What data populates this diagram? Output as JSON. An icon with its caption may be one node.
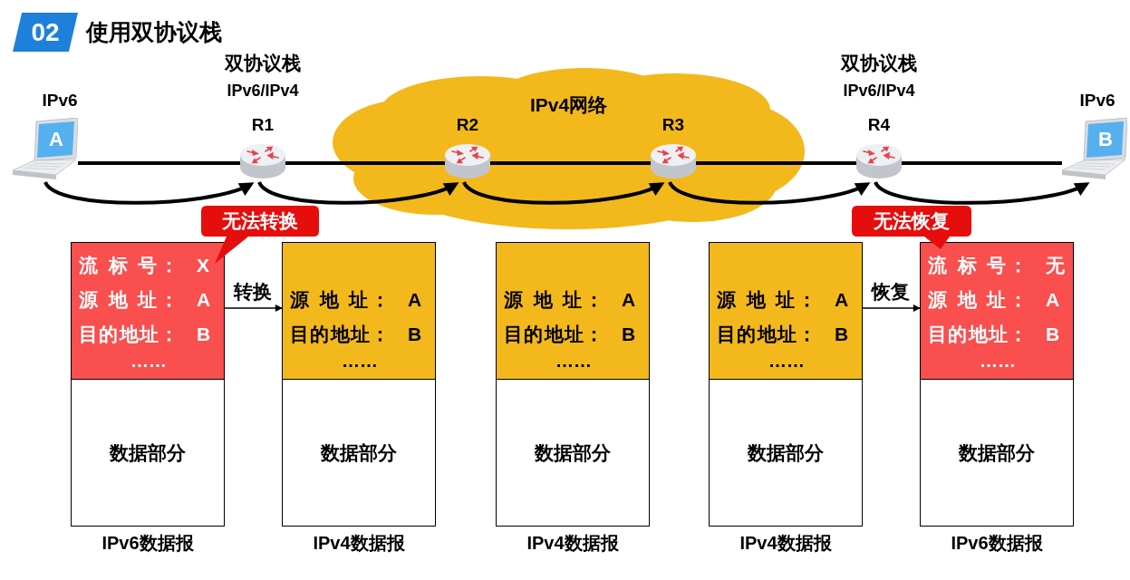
{
  "diagram": {
    "title": "使用双协议栈",
    "nodes": [
      {
        "text": [
          "A"
        ],
        "beside": [
          "IPv6"
        ]
      },
      {
        "text": [
          "R1"
        ],
        "beside": [
          "双协议栈",
          "IPv6/IPv4"
        ]
      },
      {
        "text": [
          "IPv4网络"
        ]
      },
      {
        "text": [
          "R2"
        ],
        "in": 2
      },
      {
        "text": [
          "R3"
        ],
        "in": 2
      },
      {
        "text": [
          "R4"
        ],
        "beside": [
          "双协议栈",
          "IPv6/IPv4"
        ]
      },
      {
        "text": [
          "B"
        ],
        "beside": [
          "IPv6"
        ]
      },
      {
        "text": [
          "无法转换"
        ]
      },
      {
        "text": [
          "无法恢复"
        ]
      },
      {
        "text": [],
        "shape": "box",
        "beside": [
          "IPv6数据报"
        ]
      },
      {
        "text": [
          "流 标 号：",
          "X",
          "源 地 址：",
          "A",
          "目的地址：",
          "B",
          "……"
        ],
        "in": 9
      },
      {
        "text": [
          "数据部分"
        ],
        "in": 9
      },
      {
        "text": [],
        "shape": "box",
        "beside": [
          "IPv4数据报"
        ]
      },
      {
        "text": [
          "源 地 址：",
          "A",
          "目的地址：",
          "B",
          "……"
        ],
        "in": 12
      },
      {
        "text": [
          "数据部分"
        ],
        "in": 12
      },
      {
        "text": [],
        "shape": "box",
        "beside": [
          "IPv4数据报"
        ]
      },
      {
        "text": [
          "源 地 址：",
          "A",
          "目的地址：",
          "B",
          "……"
        ],
        "in": 15
      },
      {
        "text": [
          "数据部分"
        ],
        "in": 15
      },
      {
        "text": [],
        "shape": "box",
        "beside": [
          "IPv4数据报"
        ]
      },
      {
        "text": [
          "源 地 址：",
          "A",
          "目的地址：",
          "B",
          "……"
        ],
        "in": 18
      },
      {
        "text": [
          "数据部分"
        ],
        "in": 18
      },
      {
        "text": [],
        "shape": "box",
        "beside": [
          "IPv6数据报"
        ]
      },
      {
        "text": [
          "流 标 号：",
          "无",
          "源 地 址：",
          "A",
          "目的地址：",
          "B",
          "……"
        ],
        "in": 21
      },
      {
        "text": [
          "数据部分"
        ],
        "in": 21
      }
    ],
    "edges": [
      {
        "from": 0,
        "to": 1,
        "arrow": "none"
      },
      {
        "from": 1,
        "to": 3,
        "arrow": "none"
      },
      {
        "from": 3,
        "to": 4,
        "arrow": "none"
      },
      {
        "from": 4,
        "to": 5,
        "arrow": "none"
      },
      {
        "from": 5,
        "to": 6,
        "arrow": "none"
      },
      {
        "from": 0,
        "to": 1,
        "arrow": "to"
      },
      {
        "from": 1,
        "to": 3,
        "arrow": "to"
      },
      {
        "from": 3,
        "to": 4,
        "arrow": "to"
      },
      {
        "from": 4,
        "to": 5,
        "arrow": "to"
      },
      {
        "from": 5,
        "to": 6,
        "arrow": "to"
      },
      {
        "from": 10,
        "to": 13,
        "arrow": "to",
        "label": "转换"
      },
      {
        "from": 19,
        "to": 22,
        "arrow": "to",
        "label": "恢复"
      }
    ],
    "labels": [
      "02"
    ]
  }
}
